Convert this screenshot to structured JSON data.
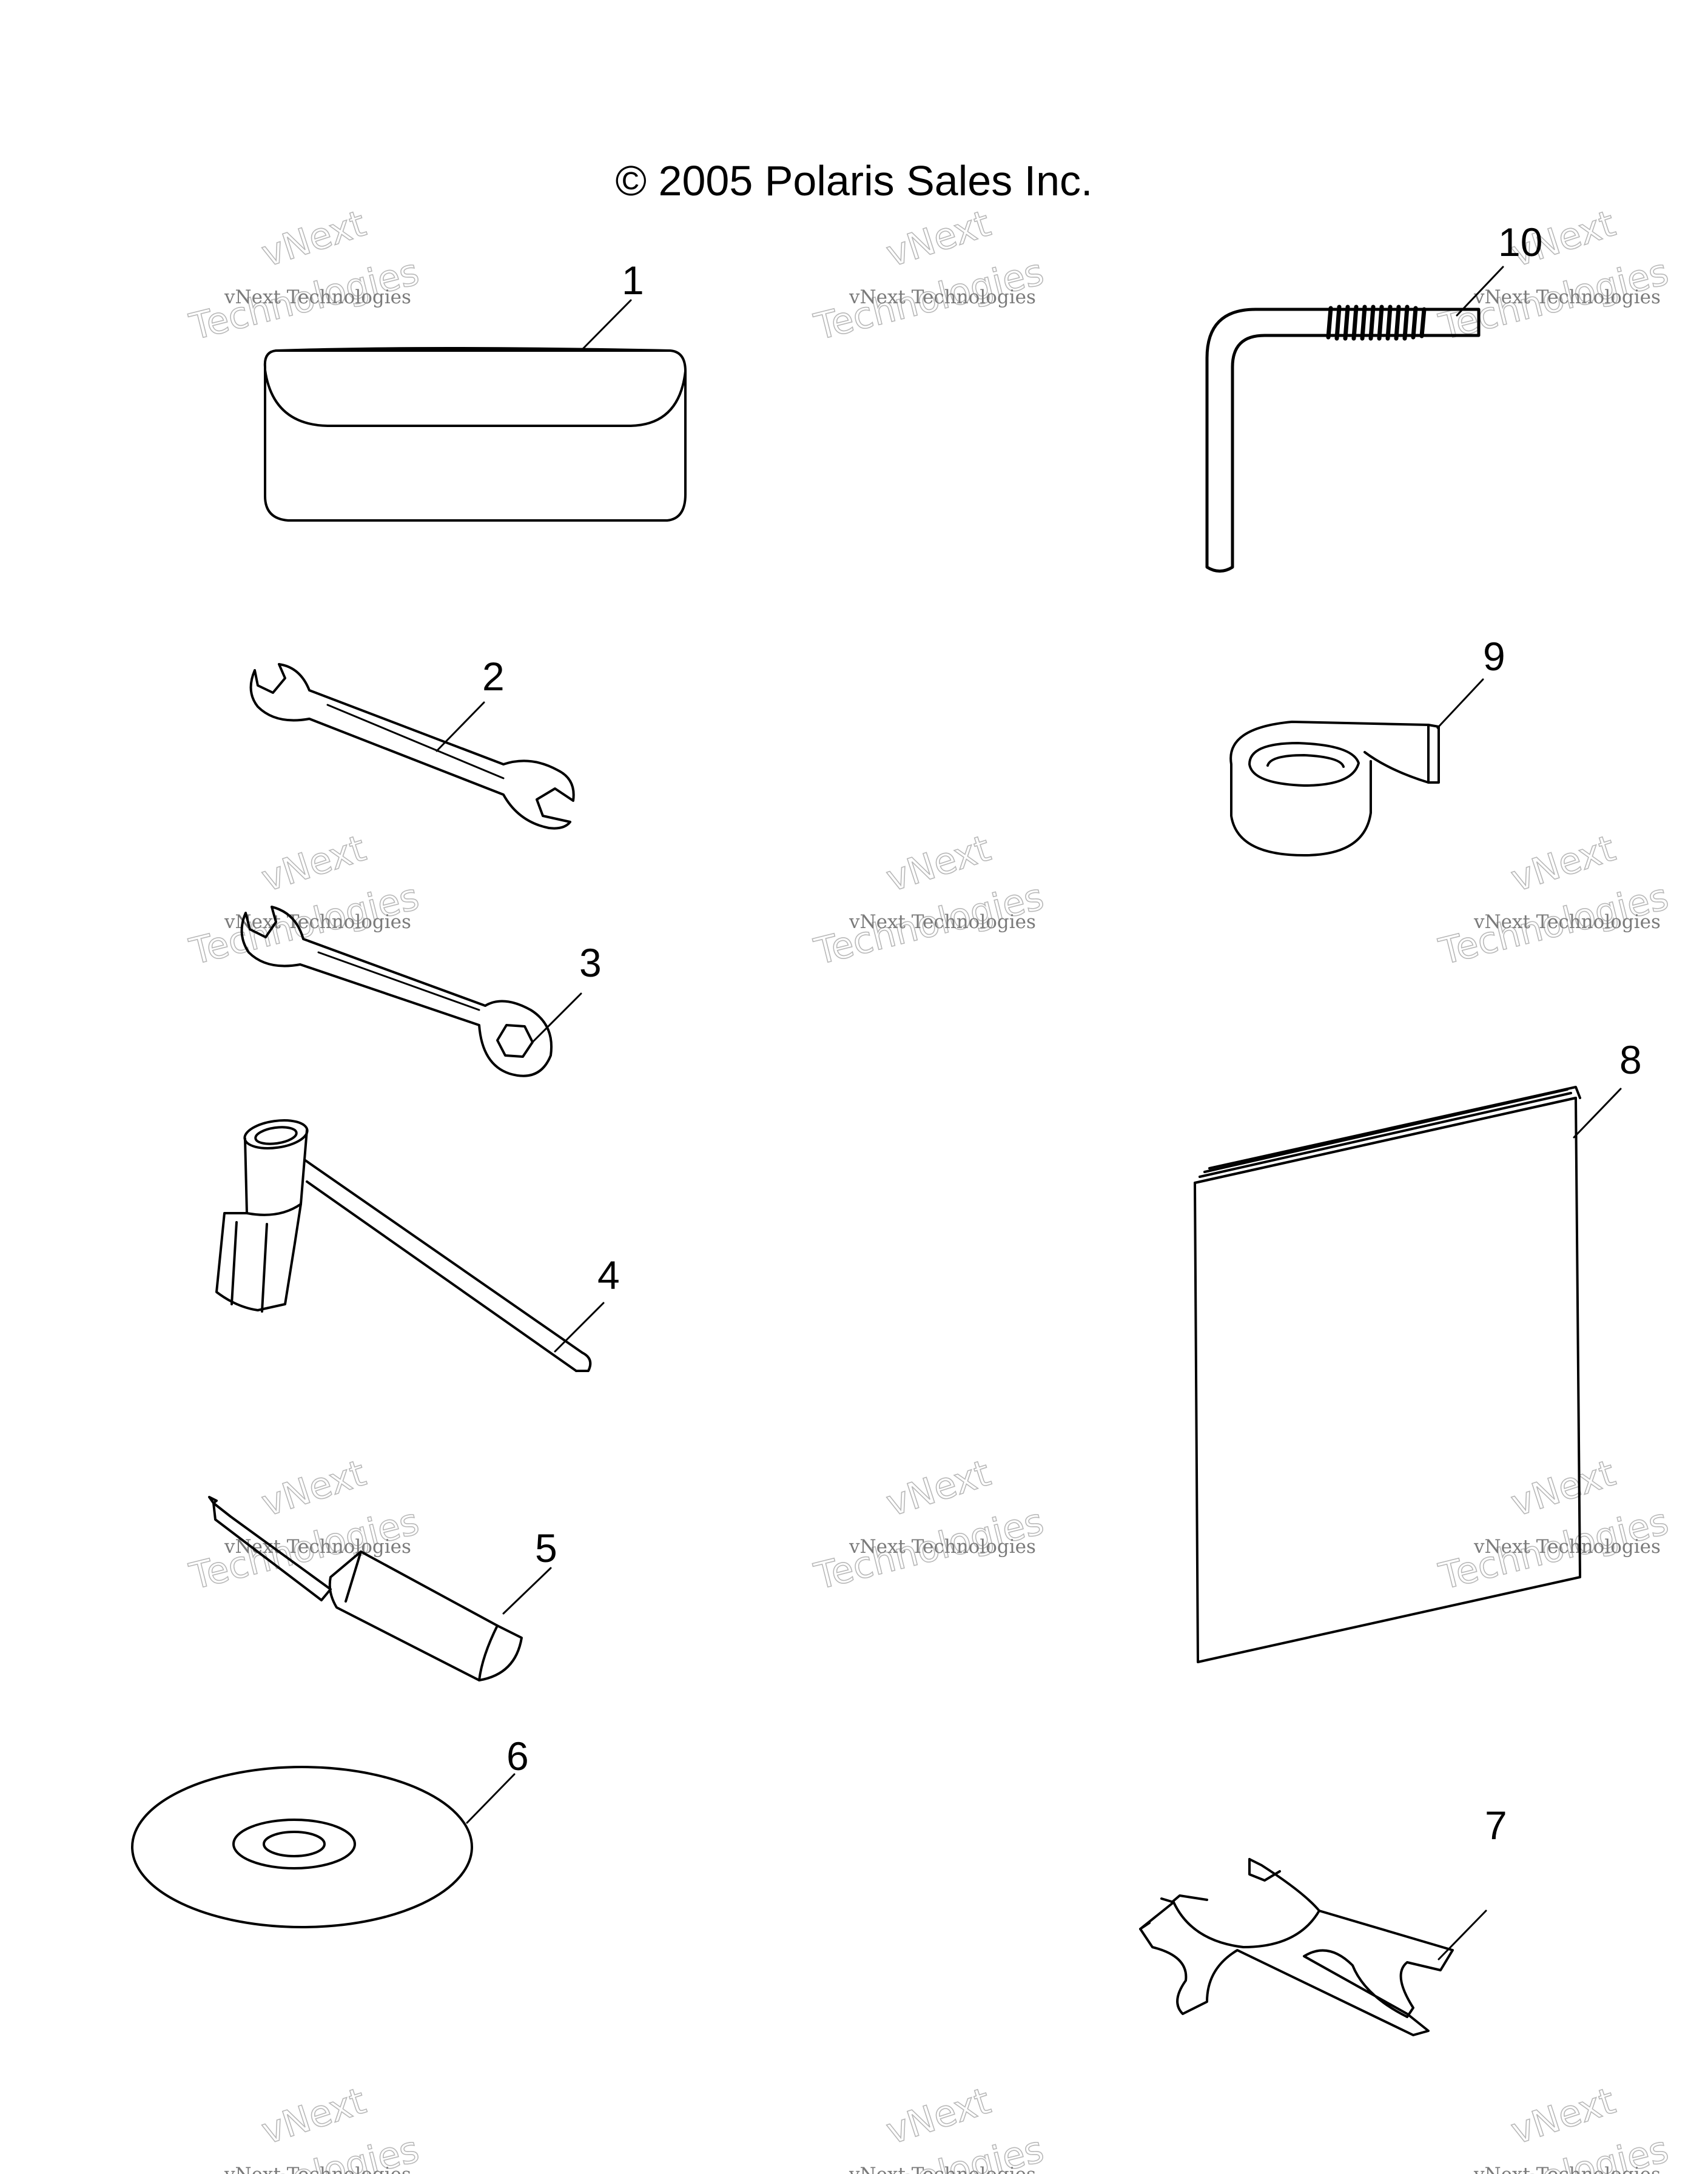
{
  "title": "© 2005 Polaris Sales Inc.",
  "callouts": {
    "c1": "1",
    "c2": "2",
    "c3": "3",
    "c4": "4",
    "c5": "5",
    "c6": "6",
    "c7": "7",
    "c8": "8",
    "c9": "9",
    "c10": "10"
  },
  "watermark": {
    "line1": "vNext Technologies",
    "line2a": "vNext",
    "line2b": "Technologies",
    "color": "#b8b8b8"
  },
  "parts": [
    {
      "id": "1",
      "icon": "tool-pouch-icon"
    },
    {
      "id": "2",
      "icon": "open-end-wrench-icon"
    },
    {
      "id": "3",
      "icon": "combination-wrench-icon"
    },
    {
      "id": "4",
      "icon": "spark-plug-socket-wrench-icon"
    },
    {
      "id": "5",
      "icon": "screwdriver-icon"
    },
    {
      "id": "6",
      "icon": "disc-icon"
    },
    {
      "id": "7",
      "icon": "spanner-tool-icon"
    },
    {
      "id": "8",
      "icon": "manual-book-icon"
    },
    {
      "id": "9",
      "icon": "strap-roll-icon"
    },
    {
      "id": "10",
      "icon": "hex-key-icon"
    }
  ]
}
